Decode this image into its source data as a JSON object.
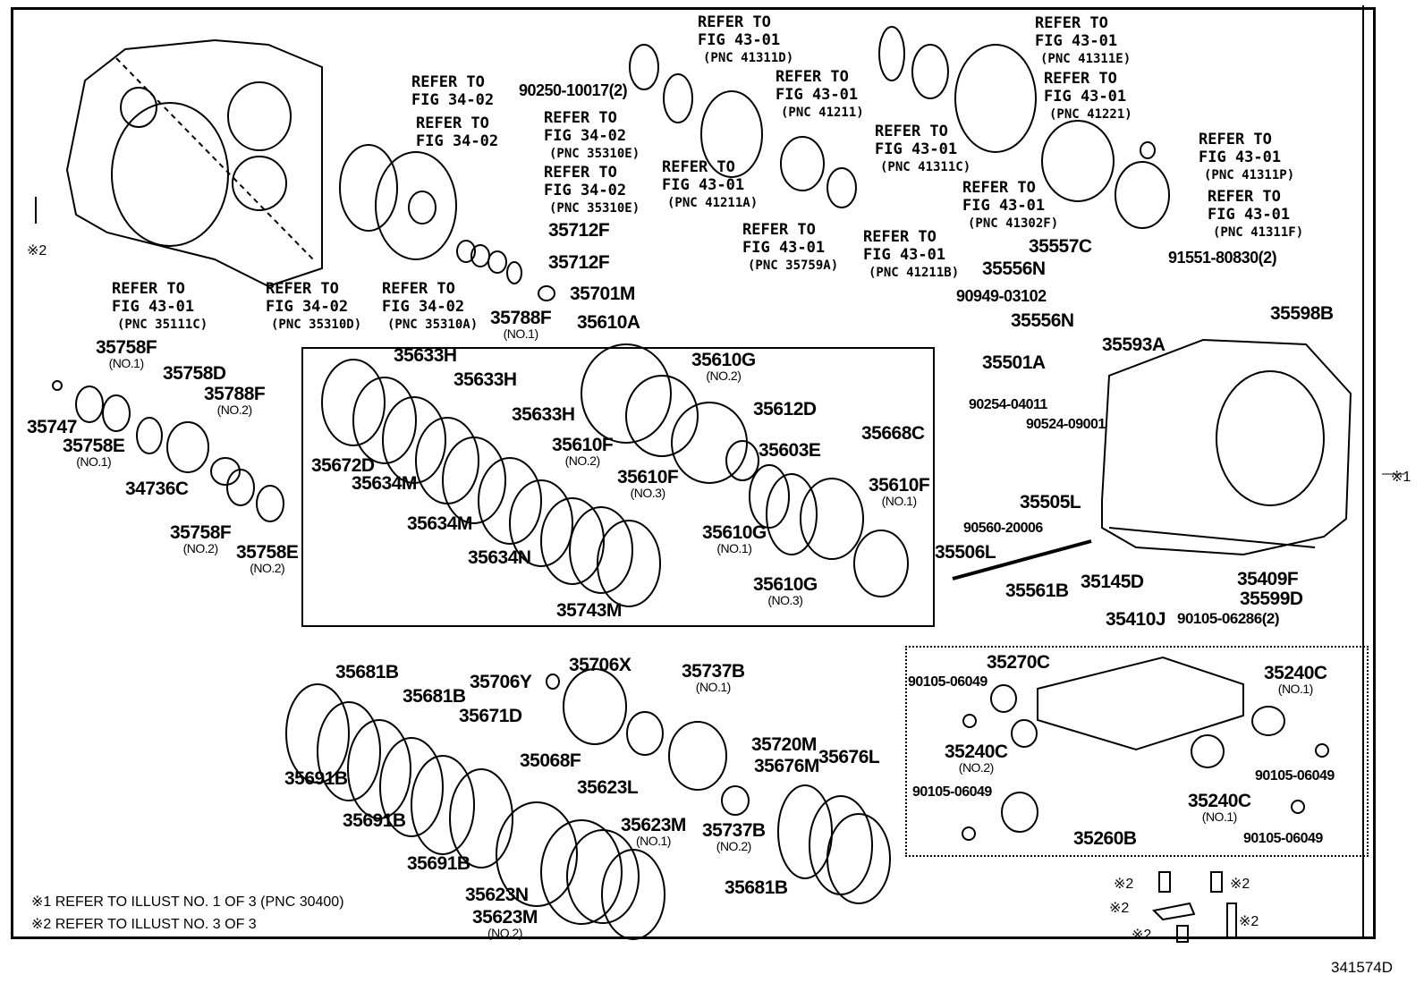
{
  "diagram": {
    "illustration_code": "341574D",
    "notes": [
      "※1 REFER TO ILLUST NO. 1 OF 3 (PNC 30400)",
      "※2 REFER TO ILLUST NO. 3 OF 3"
    ],
    "callout_marks": {
      "mark1": "※1",
      "mark2": "※2"
    },
    "refer_callouts": [
      {
        "l1": "REFER TO",
        "l2": "FIG 43-01",
        "pnc": "(PNC 35111C)"
      },
      {
        "l1": "REFER TO",
        "l2": "FIG 34-02",
        "pnc": "(PNC 35310D)"
      },
      {
        "l1": "REFER TO",
        "l2": "FIG 34-02",
        "pnc": "(PNC 35310A)"
      },
      {
        "l1": "REFER TO",
        "l2": "FIG 34-02",
        "pnc": ""
      },
      {
        "l1": "REFER TO",
        "l2": "FIG 34-02",
        "pnc": ""
      },
      {
        "l1": "REFER TO",
        "l2": "FIG 34-02",
        "pnc": "(PNC 35310E)"
      },
      {
        "l1": "REFER TO",
        "l2": "FIG 34-02",
        "pnc": "(PNC 35310E)"
      },
      {
        "l1": "REFER TO",
        "l2": "FIG 43-01",
        "pnc": "(PNC 41311D)"
      },
      {
        "l1": "REFER TO",
        "l2": "FIG 43-01",
        "pnc": "(PNC 41211)"
      },
      {
        "l1": "REFER TO",
        "l2": "FIG 43-01",
        "pnc": "(PNC 41211A)"
      },
      {
        "l1": "REFER TO",
        "l2": "FIG 43-01",
        "pnc": "(PNC 35759A)"
      },
      {
        "l1": "REFER TO",
        "l2": "FIG 43-01",
        "pnc": "(PNC 41211B)"
      },
      {
        "l1": "REFER TO",
        "l2": "FIG 43-01",
        "pnc": "(PNC 41311E)"
      },
      {
        "l1": "REFER TO",
        "l2": "FIG 43-01",
        "pnc": "(PNC 41221)"
      },
      {
        "l1": "REFER TO",
        "l2": "FIG 43-01",
        "pnc": "(PNC 41311C)"
      },
      {
        "l1": "REFER TO",
        "l2": "FIG 43-01",
        "pnc": "(PNC 41311P)"
      },
      {
        "l1": "REFER TO",
        "l2": "FIG 43-01",
        "pnc": "(PNC 41302F)"
      },
      {
        "l1": "REFER TO",
        "l2": "FIG 43-01",
        "pnc": "(PNC 41311F)"
      }
    ],
    "part_labels": [
      {
        "pn": "90250-10017(2)",
        "sub": ""
      },
      {
        "pn": "35712F",
        "sub": ""
      },
      {
        "pn": "35712F",
        "sub": ""
      },
      {
        "pn": "35788F",
        "sub": "(NO.1)"
      },
      {
        "pn": "35701M",
        "sub": ""
      },
      {
        "pn": "35610A",
        "sub": ""
      },
      {
        "pn": "35557C",
        "sub": ""
      },
      {
        "pn": "35556N",
        "sub": ""
      },
      {
        "pn": "91551-80830(2)",
        "sub": ""
      },
      {
        "pn": "90949-03102",
        "sub": ""
      },
      {
        "pn": "35556N",
        "sub": ""
      },
      {
        "pn": "35598B",
        "sub": ""
      },
      {
        "pn": "35501A",
        "sub": ""
      },
      {
        "pn": "35593A",
        "sub": ""
      },
      {
        "pn": "90254-04011",
        "sub": ""
      },
      {
        "pn": "90524-09001",
        "sub": ""
      },
      {
        "pn": "35505L",
        "sub": ""
      },
      {
        "pn": "90560-20006",
        "sub": ""
      },
      {
        "pn": "35506L",
        "sub": ""
      },
      {
        "pn": "35561B",
        "sub": ""
      },
      {
        "pn": "35145D",
        "sub": ""
      },
      {
        "pn": "35409F",
        "sub": ""
      },
      {
        "pn": "35599D",
        "sub": ""
      },
      {
        "pn": "90105-06286(2)",
        "sub": ""
      },
      {
        "pn": "35410J",
        "sub": ""
      },
      {
        "pn": "35758F",
        "sub": "(NO.1)"
      },
      {
        "pn": "35758D",
        "sub": ""
      },
      {
        "pn": "35788F",
        "sub": "(NO.2)"
      },
      {
        "pn": "35747",
        "sub": ""
      },
      {
        "pn": "35758E",
        "sub": "(NO.1)"
      },
      {
        "pn": "34736C",
        "sub": ""
      },
      {
        "pn": "35758F",
        "sub": "(NO.2)"
      },
      {
        "pn": "35758E",
        "sub": "(NO.2)"
      },
      {
        "pn": "35633H",
        "sub": ""
      },
      {
        "pn": "35633H",
        "sub": ""
      },
      {
        "pn": "35633H",
        "sub": ""
      },
      {
        "pn": "35672D",
        "sub": ""
      },
      {
        "pn": "35634M",
        "sub": ""
      },
      {
        "pn": "35634M",
        "sub": ""
      },
      {
        "pn": "35634N",
        "sub": ""
      },
      {
        "pn": "35610F",
        "sub": "(NO.2)"
      },
      {
        "pn": "35610F",
        "sub": "(NO.3)"
      },
      {
        "pn": "35743M",
        "sub": ""
      },
      {
        "pn": "35610G",
        "sub": "(NO.2)"
      },
      {
        "pn": "35612D",
        "sub": ""
      },
      {
        "pn": "35603E",
        "sub": ""
      },
      {
        "pn": "35668C",
        "sub": ""
      },
      {
        "pn": "35610F",
        "sub": "(NO.1)"
      },
      {
        "pn": "35610G",
        "sub": "(NO.1)"
      },
      {
        "pn": "35610G",
        "sub": "(NO.3)"
      },
      {
        "pn": "35681B",
        "sub": ""
      },
      {
        "pn": "35681B",
        "sub": ""
      },
      {
        "pn": "35706Y",
        "sub": ""
      },
      {
        "pn": "35706X",
        "sub": ""
      },
      {
        "pn": "35737B",
        "sub": "(NO.1)"
      },
      {
        "pn": "35671D",
        "sub": ""
      },
      {
        "pn": "35720M",
        "sub": ""
      },
      {
        "pn": "35068F",
        "sub": ""
      },
      {
        "pn": "35623L",
        "sub": ""
      },
      {
        "pn": "35676M",
        "sub": ""
      },
      {
        "pn": "35676L",
        "sub": ""
      },
      {
        "pn": "35691B",
        "sub": ""
      },
      {
        "pn": "35691B",
        "sub": ""
      },
      {
        "pn": "35691B",
        "sub": ""
      },
      {
        "pn": "35623M",
        "sub": "(NO.1)"
      },
      {
        "pn": "35737B",
        "sub": "(NO.2)"
      },
      {
        "pn": "35623N",
        "sub": ""
      },
      {
        "pn": "35623M",
        "sub": "(NO.2)"
      },
      {
        "pn": "35681B",
        "sub": ""
      },
      {
        "pn": "35270C",
        "sub": ""
      },
      {
        "pn": "90105-06049",
        "sub": ""
      },
      {
        "pn": "35240C",
        "sub": "(NO.1)"
      },
      {
        "pn": "35240C",
        "sub": "(NO.2)"
      },
      {
        "pn": "90105-06049",
        "sub": ""
      },
      {
        "pn": "90105-06049",
        "sub": ""
      },
      {
        "pn": "35240C",
        "sub": "(NO.1)"
      },
      {
        "pn": "90105-06049",
        "sub": ""
      },
      {
        "pn": "35260B",
        "sub": ""
      }
    ],
    "mark2_callouts": 6
  }
}
